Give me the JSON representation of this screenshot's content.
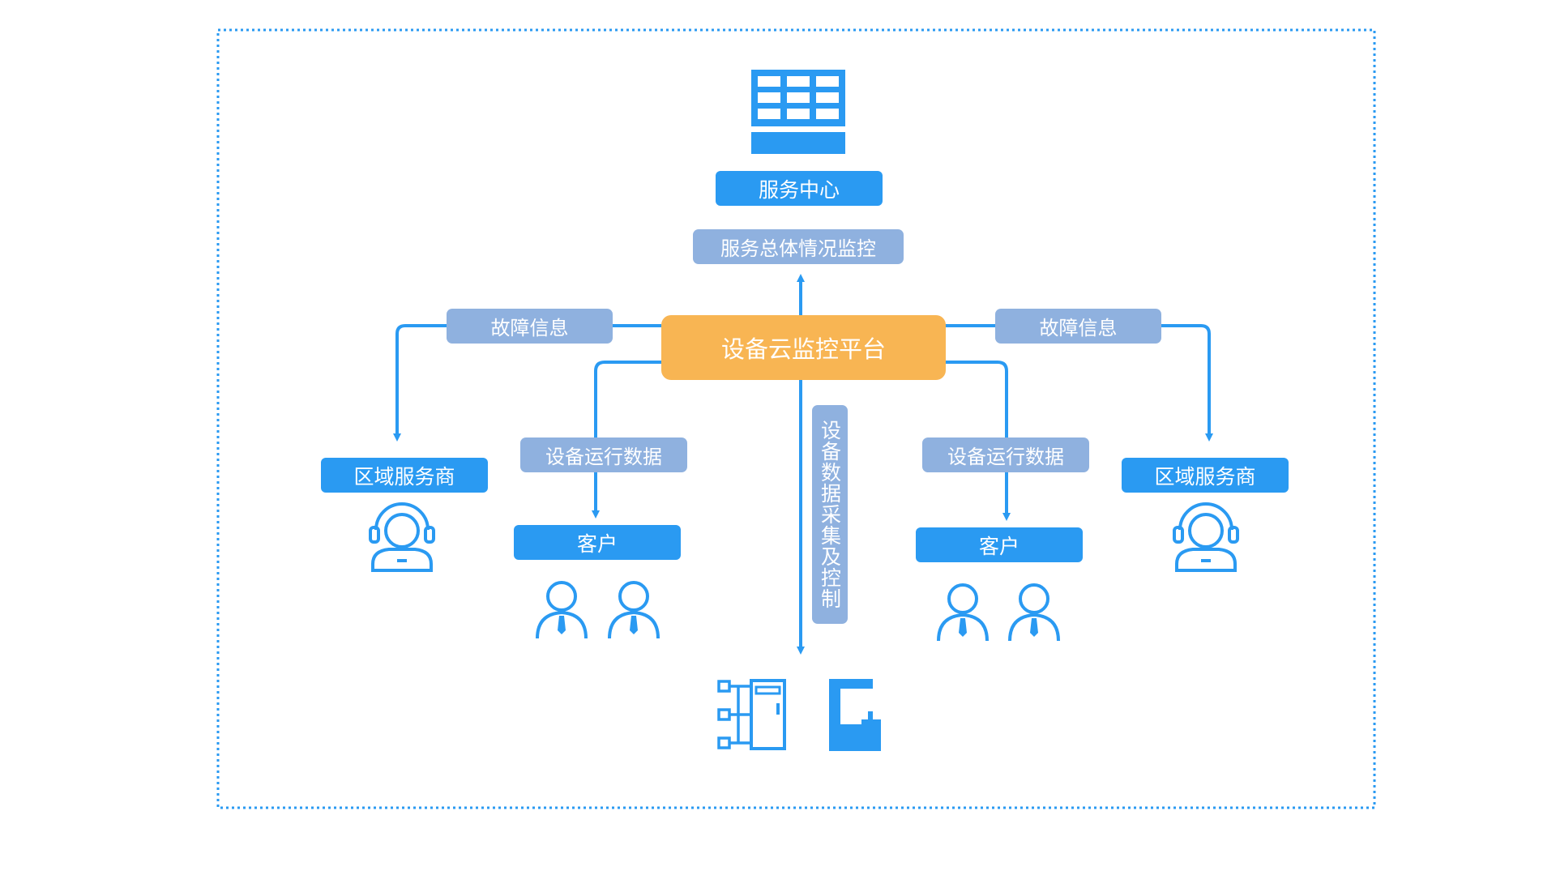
{
  "diagram": {
    "service_center": "服务中心",
    "overall_monitor": "服务总体情况监控",
    "platform": "设备云监控平台",
    "fault_info_left": "故障信息",
    "fault_info_right": "故障信息",
    "region_provider_left": "区域服务商",
    "region_provider_right": "区域服务商",
    "run_data_left": "设备运行数据",
    "run_data_right": "设备运行数据",
    "customer_left": "客户",
    "customer_right": "客户",
    "collect_control": "设备数据采集及控制"
  },
  "icons": {
    "service_center": "building-icon",
    "region_provider": "headset-agent-icon",
    "customer": "person-tie-icon",
    "device_cabinet": "device-cabinet-icon",
    "device_machine": "device-machine-icon"
  },
  "colors": {
    "blue": "#2a9af2",
    "label": "#8fb1df",
    "orange": "#f8b553",
    "frame": "#2a9af2"
  }
}
